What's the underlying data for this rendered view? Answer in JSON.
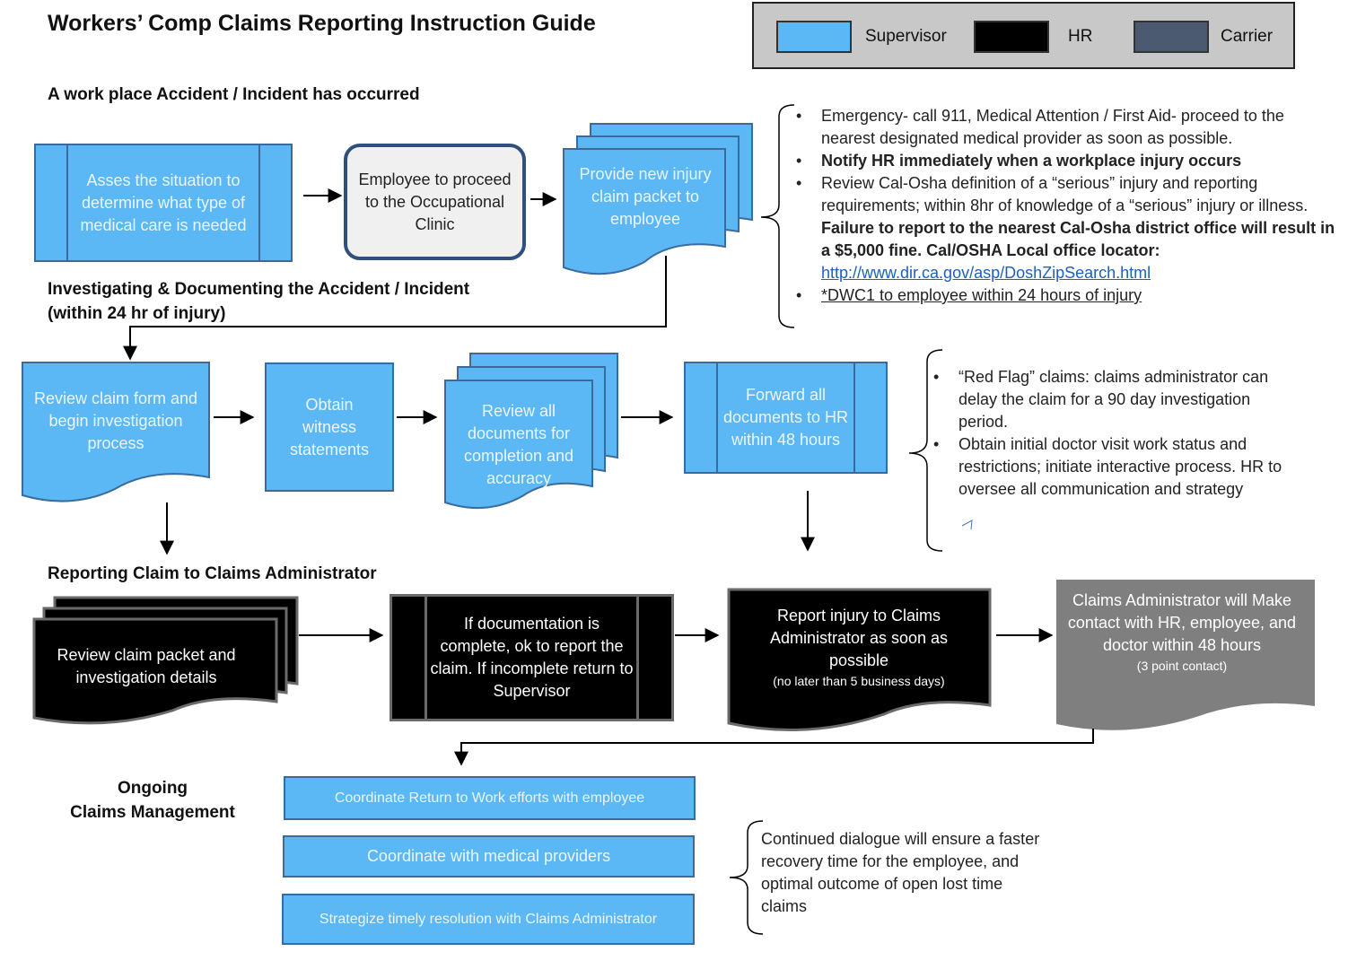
{
  "title": "Workers’ Comp Claims Reporting Instruction Guide",
  "legend": {
    "supervisor_label": "Supervisor",
    "hr_label": "HR",
    "carrier_label": "Carrier",
    "colors": {
      "supervisor": "#5bb8f5",
      "hr": "#000000",
      "carrier": "#4b5a70"
    }
  },
  "sections": {
    "s1": "A work place Accident / Incident has occurred",
    "s2a": "Investigating & Documenting  the Accident / Incident",
    "s2b": "(within 24 hr of injury)",
    "s3": "Reporting Claim to Claims Administrator",
    "s4a": "Ongoing",
    "s4b": "Claims Management"
  },
  "row1": {
    "assess": "Asses the situation to determine what type of medical care is needed",
    "clinic": "Employee to proceed to the Occupational Clinic",
    "packet": "Provide new injury claim packet to employee"
  },
  "notes1": {
    "b1": "Emergency- call 911, Medical Attention / First Aid- proceed to the nearest designated medical provider as soon as possible.",
    "b2": "Notify HR immediately when a workplace injury occurs",
    "b3_normal": "Review Cal-Osha definition of a “serious” injury and reporting requirements; within 8hr of knowledge of a “serious” injury or illness.",
    "b3_bold": "Failure to report to the nearest Cal-Osha district office will result in a $5,000 fine. Cal/OSHA Local office locator:",
    "b3_link": "http://www.dir.ca.gov/asp/DoshZipSearch.html",
    "b4": "*DWC1 to employee within 24 hours of injury"
  },
  "row2": {
    "review_form": "Review claim form and begin investigation process",
    "witness": "Obtain witness statements",
    "review_docs": "Review all documents for completion and accuracy",
    "forward": "Forward all documents to HR within 48 hours"
  },
  "notes2": {
    "b1": "“Red Flag” claims: claims administrator can delay the claim for a 90 day investigation period.",
    "b2": "Obtain initial doctor visit work status and restrictions; initiate interactive process. HR to oversee all communication and strategy"
  },
  "row3": {
    "review_packet": "Review claim packet and investigation details",
    "doc_complete": "If documentation is complete, ok to report the claim.  If incomplete return to Supervisor",
    "report_main": "Report injury to Claims Administrator as soon as possible",
    "report_sub": "(no later than 5 business days)",
    "contact_main": "Claims Administrator will Make contact with HR, employee, and doctor within 48 hours",
    "contact_sub": "(3 point contact)"
  },
  "row4": {
    "rtw": "Coordinate Return to Work efforts  with employee",
    "medical": "Coordinate with medical providers",
    "strategize": "Strategize timely resolution with Claims Administrator",
    "note": "Continued dialogue will ensure a faster recovery time for the employee, and  optimal outcome of open lost time claims"
  }
}
